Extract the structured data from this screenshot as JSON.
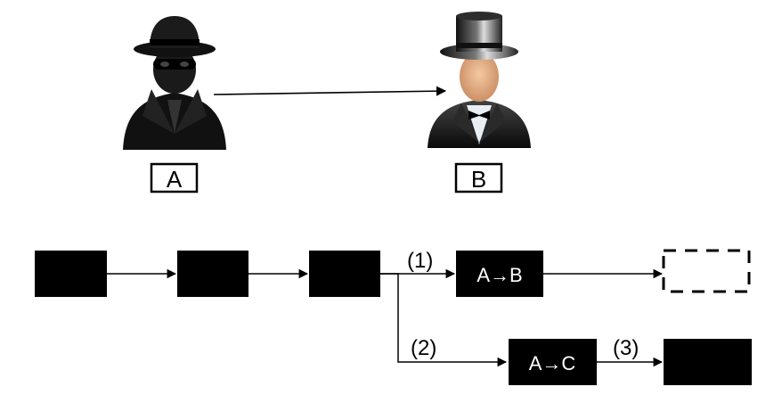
{
  "actors": {
    "a": {
      "label": "A",
      "icon": "spy-icon"
    },
    "b": {
      "label": "B",
      "icon": "gentleman-top-hat-icon"
    }
  },
  "chain": {
    "node4_label": "A→B",
    "node5_label": "A→C",
    "branch_labels": [
      "(1)",
      "(2)",
      "(3)"
    ]
  },
  "colors": {
    "node_fill": "#000000",
    "node_text": "#ffffff",
    "line": "#000000",
    "background": "#ffffff"
  }
}
